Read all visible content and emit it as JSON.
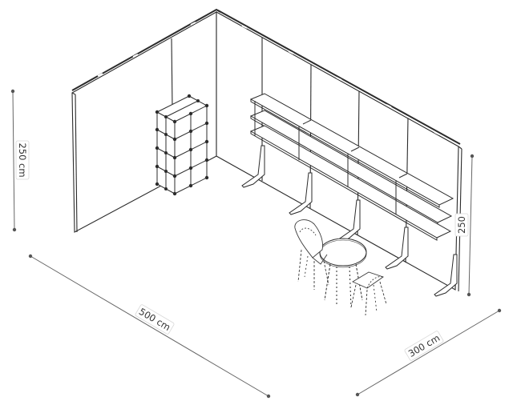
{
  "dimensions": {
    "height_left": "250 cm",
    "height_right": "250",
    "length": "500 cm",
    "width": "300 cm"
  },
  "colors": {
    "line": "#2b2b2b",
    "dimension_line": "#666666",
    "label_text": "#333333",
    "background": "#ffffff"
  }
}
